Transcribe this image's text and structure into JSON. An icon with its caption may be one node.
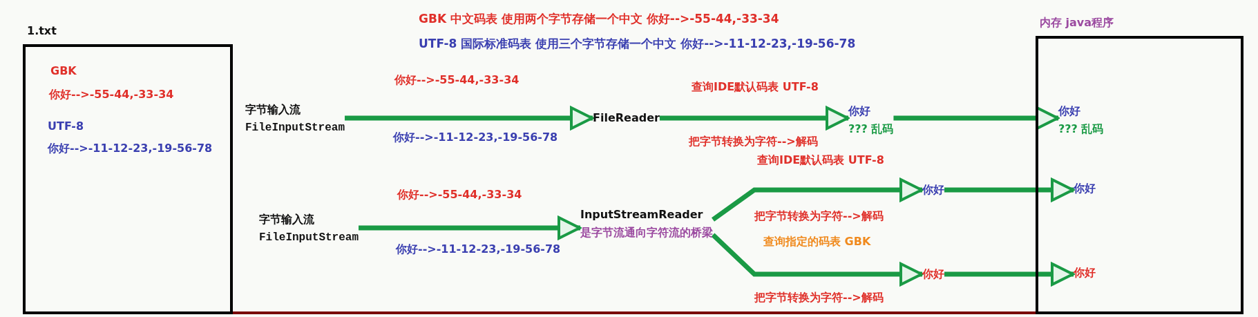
{
  "diagram": {
    "nodes": [
      {
        "text": [
          "1.txt",
          "GBK",
          "你好-->-55-44,-33-34",
          "UTF-8",
          "你好-->-11-12-23,-19-56-78"
        ]
      },
      {
        "text": [
          "字节输入流",
          "FileInputStream"
        ]
      },
      {
        "text": [
          "FileReader"
        ]
      },
      {
        "text": [
          "你好",
          "??? 乱码"
        ]
      },
      {
        "text": [
          "内存 java程序"
        ]
      },
      {
        "text": [
          "你好",
          "??? 乱码"
        ],
        "in": 4
      },
      {
        "text": [
          "你好"
        ],
        "in": 4
      },
      {
        "text": [
          "你好"
        ],
        "in": 4
      },
      {
        "text": [
          "字节输入流",
          "FileInputStream"
        ]
      },
      {
        "text": [
          "InputStreamReader",
          "是字节流通向字符流的桥梁"
        ]
      },
      {
        "text": [
          "你好"
        ]
      },
      {
        "text": [
          "你好"
        ]
      }
    ],
    "edges": [
      {
        "from": 1,
        "to": 2,
        "arrow": "to",
        "label": "你好-->-55-44,-33-34"
      },
      {
        "from": 2,
        "to": 3,
        "arrow": "to",
        "label": "查询IDE默认码表 UTF-8"
      },
      {
        "from": 3,
        "to": 5,
        "arrow": "to"
      },
      {
        "from": 8,
        "to": 9,
        "arrow": "to",
        "label": "你好-->-55-44,-33-34"
      },
      {
        "from": 9,
        "to": 10,
        "arrow": "to",
        "label": "查询IDE默认码表 UTF-8"
      },
      {
        "from": 10,
        "to": 6,
        "arrow": "to"
      },
      {
        "from": 9,
        "to": 11,
        "arrow": "to",
        "label": "查询指定的码表 GBK"
      },
      {
        "from": 11,
        "to": 7,
        "arrow": "to"
      },
      {
        "from": 0,
        "to": 4,
        "arrow": "none",
        "color": "#7a0a0a"
      }
    ],
    "labels": [
      "GBK 中文码表 使用两个字节存储一个中文 你好-->-55-44,-33-34",
      "UTF-8 国际标准码表 使用三个字节存储一个中文 你好-->-11-12-23,-19-56-78",
      "你好-->-11-12-23,-19-56-78",
      "把字节转换为字符-->解码",
      "把字节转换为字符-->解码",
      "你好-->-11-12-23,-19-56-78",
      "把字节转换为字符-->解码"
    ]
  }
}
